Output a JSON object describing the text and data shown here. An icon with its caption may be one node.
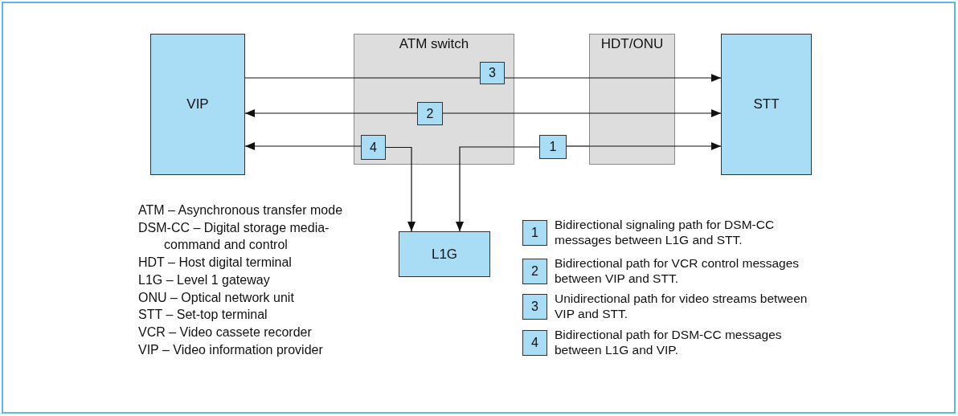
{
  "diagram": {
    "nodes": [
      {
        "text": [
          "VIP"
        ]
      },
      {
        "text": [
          "ATM switch"
        ]
      },
      {
        "text": [
          "3"
        ],
        "in": 1
      },
      {
        "text": [
          "2"
        ],
        "in": 1
      },
      {
        "text": [
          "4"
        ],
        "in": 1
      },
      {
        "text": [
          "HDT/ONU"
        ]
      },
      {
        "text": [
          "1"
        ]
      },
      {
        "text": [
          "STT"
        ]
      },
      {
        "text": [
          "L1G"
        ]
      },
      {
        "text": [
          "1"
        ],
        "beside": [
          "Bidirectional signaling path for DSM-CC messages between L1G and STT."
        ]
      },
      {
        "text": [
          "2"
        ],
        "beside": [
          "Bidirectional path for VCR control messages between VIP and STT."
        ]
      },
      {
        "text": [
          "3"
        ],
        "beside": [
          "Unidirectional path for video streams between VIP and STT."
        ]
      },
      {
        "text": [
          "4"
        ],
        "beside": [
          "Bidirectional path for DSM-CC messages between L1G and VIP."
        ]
      }
    ],
    "edges": [
      {
        "from": 0,
        "to": 2,
        "arrow": "none"
      },
      {
        "from": 2,
        "to": 5,
        "arrow": "none"
      },
      {
        "from": 5,
        "to": 7,
        "arrow": "to"
      },
      {
        "from": 3,
        "to": 0,
        "arrow": "to"
      },
      {
        "from": 3,
        "to": 5,
        "arrow": "none"
      },
      {
        "from": 5,
        "to": 7,
        "arrow": "to"
      },
      {
        "from": 4,
        "to": 0,
        "arrow": "to"
      },
      {
        "from": 4,
        "to": 8,
        "arrow": "to"
      },
      {
        "from": 6,
        "to": 8,
        "arrow": "to"
      },
      {
        "from": 6,
        "to": 5,
        "arrow": "none"
      },
      {
        "from": 5,
        "to": 7,
        "arrow": "to"
      }
    ],
    "labels": [
      "ATM – Asynchronous transfer mode",
      "DSM-CC – Digital storage media-command and control",
      "HDT – Host digital terminal",
      "L1G – Level 1 gateway",
      "ONU – Optical network unit",
      "STT – Set-top terminal",
      "VCR – Video cassete recorder",
      "VIP – Video information provider"
    ]
  }
}
